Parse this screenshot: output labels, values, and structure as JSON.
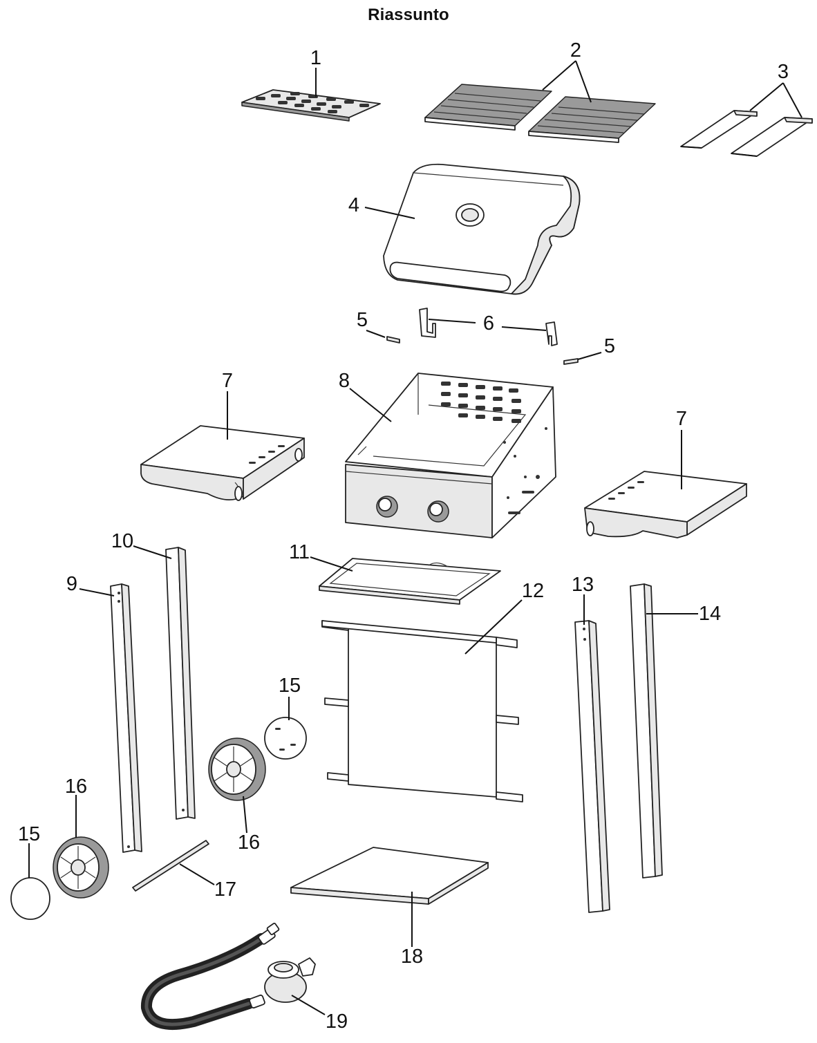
{
  "title": "Riassunto",
  "callouts": [
    {
      "id": "1",
      "text": "1"
    },
    {
      "id": "2",
      "text": "2"
    },
    {
      "id": "3",
      "text": "3"
    },
    {
      "id": "4",
      "text": "4"
    },
    {
      "id": "5a",
      "text": "5"
    },
    {
      "id": "5b",
      "text": "5"
    },
    {
      "id": "6",
      "text": "6"
    },
    {
      "id": "7a",
      "text": "7"
    },
    {
      "id": "7b",
      "text": "7"
    },
    {
      "id": "8",
      "text": "8"
    },
    {
      "id": "9",
      "text": "9"
    },
    {
      "id": "10",
      "text": "10"
    },
    {
      "id": "11",
      "text": "11"
    },
    {
      "id": "12",
      "text": "12"
    },
    {
      "id": "13",
      "text": "13"
    },
    {
      "id": "14",
      "text": "14"
    },
    {
      "id": "15a",
      "text": "15"
    },
    {
      "id": "15b",
      "text": "15"
    },
    {
      "id": "16a",
      "text": "16"
    },
    {
      "id": "16b",
      "text": "16"
    },
    {
      "id": "17",
      "text": "17"
    },
    {
      "id": "18",
      "text": "18"
    },
    {
      "id": "19",
      "text": "19"
    }
  ]
}
